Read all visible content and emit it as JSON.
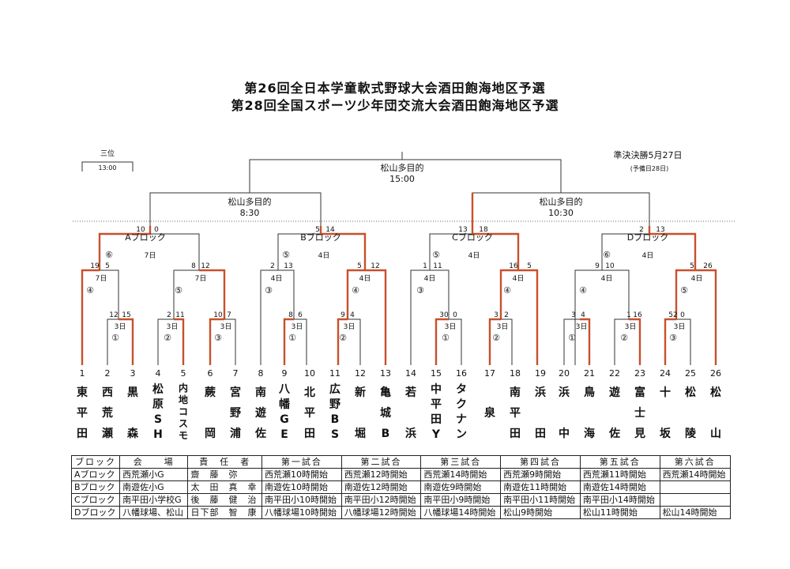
{
  "titles": [
    "第26回全日本学童軟式野球大会酒田飽海地区予選",
    "第28回全国スポーツ少年団交流大会酒田飽海地区予選"
  ],
  "third_place": {
    "label": "三位",
    "time": "13:00"
  },
  "semifinal_date": "準決決勝5月27日",
  "reserve_date": "(予備日28日)",
  "final": {
    "venue": "松山多目的",
    "time": "15:00"
  },
  "semi_left": {
    "venue": "松山多目的",
    "time": "8:30"
  },
  "semi_right": {
    "venue": "松山多目的",
    "time": "10:30"
  },
  "blocks": [
    {
      "name": "Aブロック",
      "date": "7日"
    },
    {
      "name": "Bブロック",
      "date": "4日"
    },
    {
      "name": "Cブロック",
      "date": "4日"
    },
    {
      "name": "Dブロック",
      "date": "4日"
    }
  ],
  "teams": [
    {
      "num": "1",
      "name": "東平田"
    },
    {
      "num": "2",
      "name": "西荒瀬"
    },
    {
      "num": "3",
      "name": "黒森"
    },
    {
      "num": "4",
      "name": "松原SH"
    },
    {
      "num": "5",
      "name": "内地コスモ"
    },
    {
      "num": "6",
      "name": "蕨岡"
    },
    {
      "num": "7",
      "name": "宮野浦"
    },
    {
      "num": "8",
      "name": "南遊佐"
    },
    {
      "num": "9",
      "name": "八幡GE"
    },
    {
      "num": "10",
      "name": "北平田"
    },
    {
      "num": "11",
      "name": "広野BS"
    },
    {
      "num": "12",
      "name": "新堀"
    },
    {
      "num": "13",
      "name": "亀城B"
    },
    {
      "num": "14",
      "name": "若浜"
    },
    {
      "num": "15",
      "name": "中平田Y"
    },
    {
      "num": "16",
      "name": "タクナン"
    },
    {
      "num": "17",
      "name": "泉"
    },
    {
      "num": "18",
      "name": "南平田"
    },
    {
      "num": "19",
      "name": "浜田"
    },
    {
      "num": "20",
      "name": "浜中"
    },
    {
      "num": "21",
      "name": "鳥海"
    },
    {
      "num": "22",
      "name": "遊佐"
    },
    {
      "num": "23",
      "name": "富士見"
    },
    {
      "num": "24",
      "name": "十坂"
    },
    {
      "num": "25",
      "name": "松陵"
    },
    {
      "num": "26",
      "name": "松山"
    }
  ],
  "table": {
    "headers": [
      "ブロック",
      "会　　場",
      "責　任　者",
      "第一試合",
      "第二試合",
      "第三試合",
      "第四試合",
      "第五試合",
      "第六試合"
    ],
    "rows": [
      [
        "Aブロック",
        "西荒瀬小G",
        "齋　藤　弥",
        "西荒瀬10時開始",
        "西荒瀬12時開始",
        "西荒瀬14時開始",
        "西荒瀬9時開始",
        "西荒瀬11時開始",
        "西荒瀬14時開始"
      ],
      [
        "Bブロック",
        "南遊佐小G",
        "太　田　真　幸",
        "南遊佐10時開始",
        "南遊佐12時開始",
        "南遊佐9時開始",
        "南遊佐11時開始",
        "南遊佐14時開始",
        ""
      ],
      [
        "Cブロック",
        "南平田小学校G",
        "後　藤　健　治",
        "南平田小10時開始",
        "南平田小12時開始",
        "南平田小9時開始",
        "南平田小11時開始",
        "南平田小14時開始",
        ""
      ],
      [
        "Dブロック",
        "八幡球場、松山",
        "日下部　智　康",
        "八幡球場10時開始",
        "八幡球場12時開始",
        "八幡球場14時開始",
        "松山9時開始",
        "松山11時開始",
        "松山14時開始"
      ]
    ]
  },
  "scores": [
    "10",
    "0",
    "5",
    "14",
    "13",
    "18",
    "2",
    "13",
    "19",
    "5",
    "8",
    "12",
    "2",
    "13",
    "5",
    "12",
    "1",
    "11",
    "16",
    "5",
    "9",
    "10",
    "5",
    "26",
    "12",
    "15",
    "2",
    "11",
    "10",
    "7",
    "8",
    "6",
    "9",
    "4",
    "30",
    "0",
    "3",
    "2",
    "3",
    "4",
    "1",
    "16",
    "52",
    "0"
  ],
  "round_dates": [
    "7日",
    "7日",
    "4日",
    "4日",
    "4日",
    "4日",
    "4日",
    "4日",
    "3日",
    "3日",
    "3日",
    "3日",
    "3日",
    "3日",
    "3日",
    "3日",
    "3日",
    "3日"
  ],
  "game_numbers": [
    "⑥",
    "⑤",
    "⑤",
    "⑥",
    "④",
    "⑤",
    "③",
    "④",
    "③",
    "④",
    "④",
    "⑤",
    "①",
    "②",
    "③",
    "①",
    "②",
    "①",
    "②",
    "①",
    "②",
    "③"
  ],
  "colors": {
    "winner_line": "#c8502a",
    "line": "#333333"
  }
}
